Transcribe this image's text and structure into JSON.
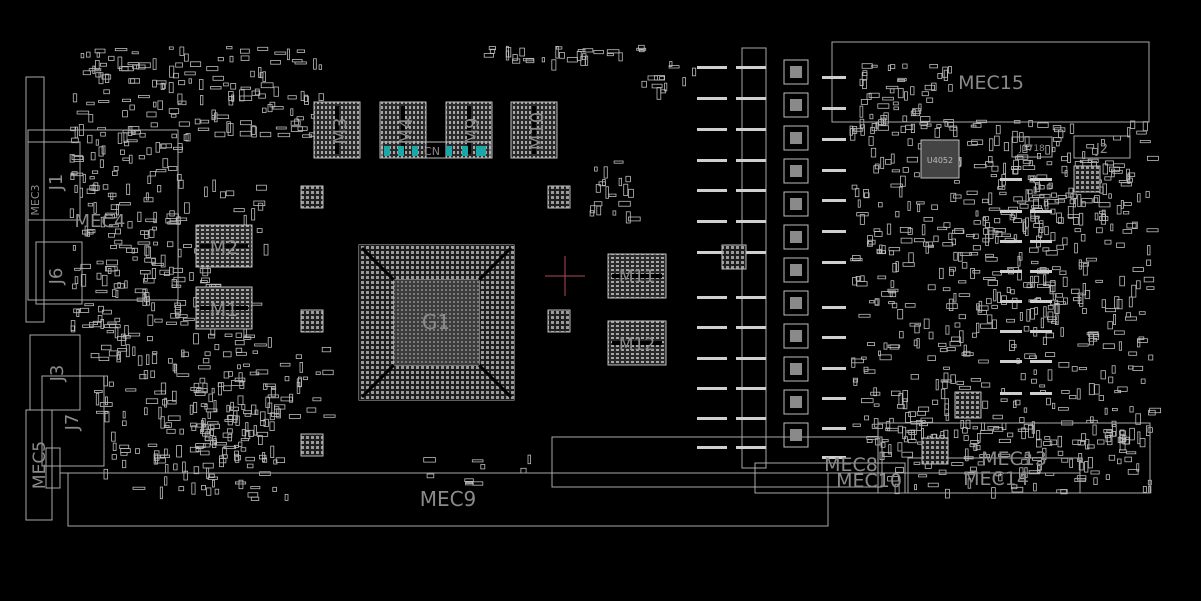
{
  "viewer": {
    "background": "#000000",
    "outline_color": "#a9a9a9",
    "component_color": "#c8c8c8",
    "label_color": "#8a8a8a",
    "highlight_color": "#1aa7a7",
    "cursor_color": "#b04a55"
  },
  "labels": {
    "gpu": "G1",
    "m1": "M1",
    "m2": "M2",
    "m3": "M3",
    "m4": "M4",
    "m9": "M9",
    "m10": "M10",
    "m11": "M11",
    "m12": "M12",
    "cn": "CN",
    "j1": "J1",
    "j2": "J2",
    "j3": "J3",
    "j6": "J6",
    "j7": "J7",
    "j1718": "J1718",
    "u4052": "U4052",
    "mec3": "MEC3",
    "mec4": "MEC4",
    "mec5": "MEC5",
    "mec8": "MEC8",
    "mec9": "MEC9",
    "mec10": "MEC10",
    "mec13": "MEC13",
    "mec14": "MEC14",
    "mec15": "MEC15"
  }
}
